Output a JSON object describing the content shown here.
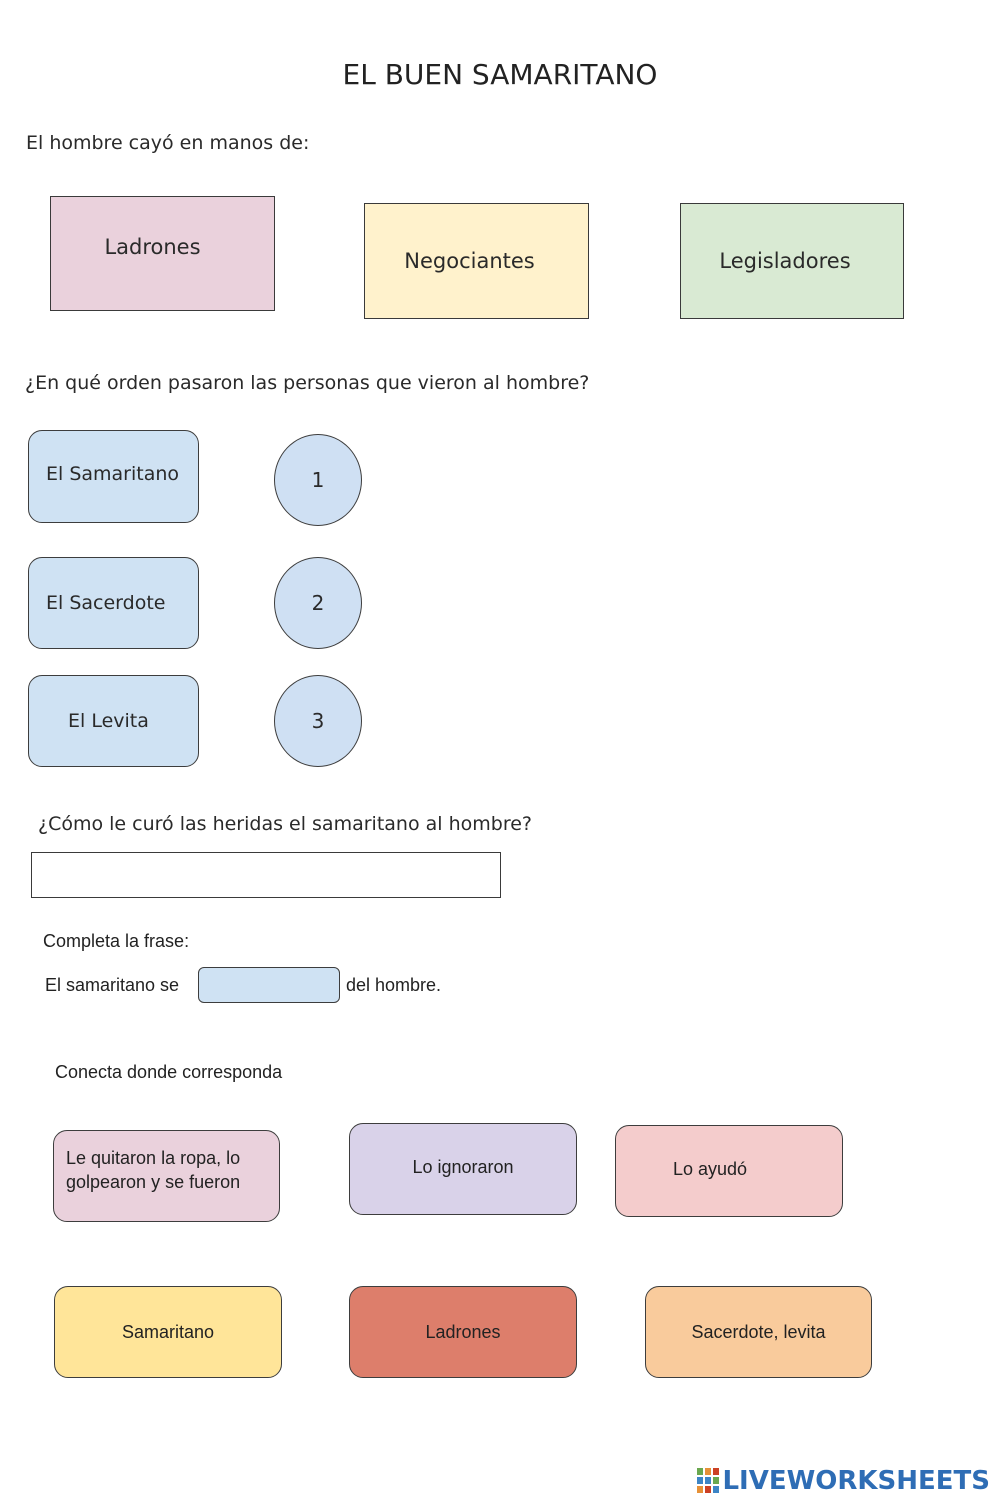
{
  "title": "EL BUEN SAMARITANO",
  "section1": {
    "question": "El hombre cayó en manos de:",
    "options": [
      {
        "label": "Ladrones",
        "color": "#ead1dc"
      },
      {
        "label": "Negociantes",
        "color": "#fff2cc"
      },
      {
        "label": "Legisladores",
        "color": "#d9ead3"
      }
    ]
  },
  "section2": {
    "question": "¿En qué orden pasaron las personas que vieron al hombre?",
    "people": [
      "El Samaritano",
      "El Sacerdote",
      "El Levita"
    ],
    "numbers": [
      "1",
      "2",
      "3"
    ],
    "color": "#cfe2f3"
  },
  "section3": {
    "question": "¿Cómo le curó las heridas el samaritano al hombre?",
    "answer": ""
  },
  "section4": {
    "instruction": "Completa la frase:",
    "before": "El samaritano se",
    "after": "del hombre.",
    "blank": "",
    "blank_color": "#cfe2f3"
  },
  "section5": {
    "instruction": "Conecta donde corresponda",
    "actions": [
      {
        "label": "Le quitaron la ropa, lo golpearon y se fueron",
        "color": "#ead1dc"
      },
      {
        "label": "Lo ignoraron",
        "color": "#d9d2e9"
      },
      {
        "label": "Lo ayudó",
        "color": "#f4cccc"
      }
    ],
    "actors": [
      {
        "label": "Samaritano",
        "color": "#ffe599"
      },
      {
        "label": "Ladrones",
        "color": "#dd7e6b"
      },
      {
        "label": "Sacerdote, levita",
        "color": "#f9cb9c"
      }
    ]
  },
  "footer": {
    "logo_text": "LIVEWORKSHEETS",
    "logo_color": "#2e6db5"
  }
}
